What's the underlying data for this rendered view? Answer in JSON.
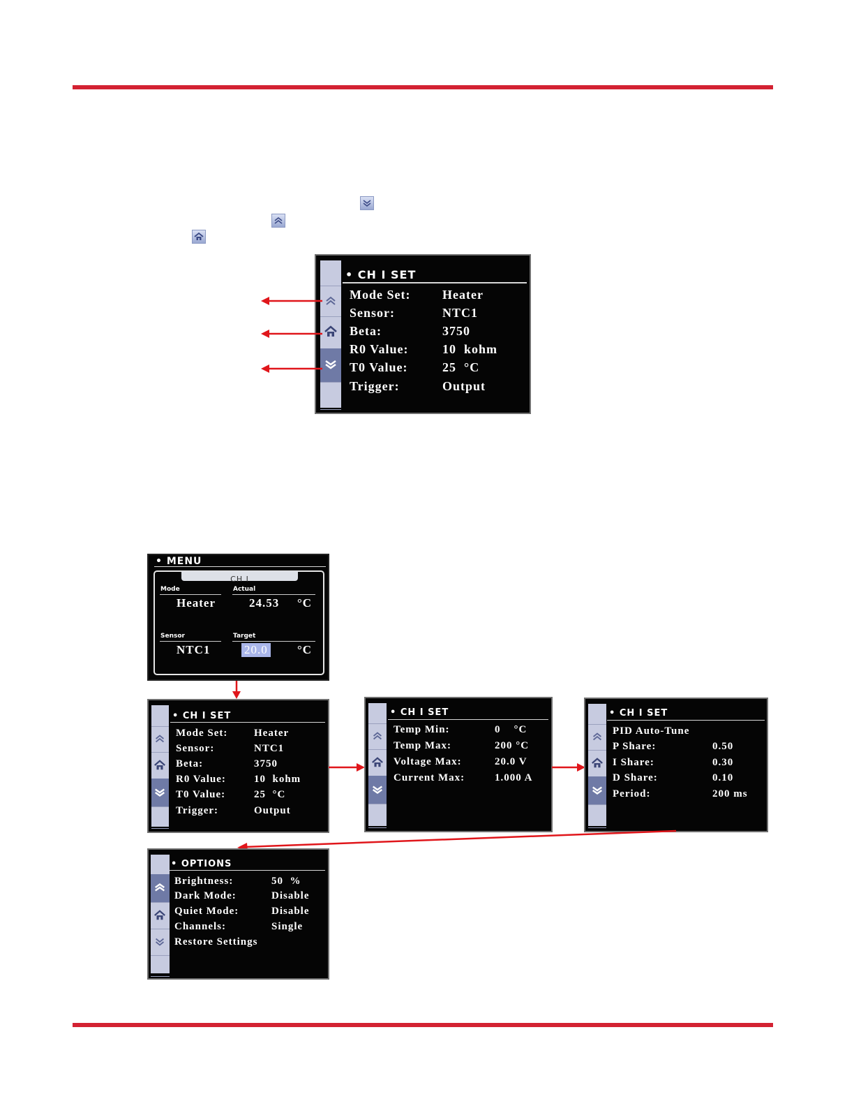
{
  "icons": {
    "down": "chevron-double-down-icon",
    "up": "chevron-double-up-icon",
    "home": "home-icon"
  },
  "colors": {
    "rule": "#d32232",
    "arrow": "#e0161b",
    "screen_bg": "#050505",
    "sidebar": "#c7cbe0",
    "sidebar_highlight": "#6f7aa6",
    "highlight_field": "#aab6ea"
  },
  "ch1_set_large": {
    "title": "CH I SET",
    "rows": [
      {
        "label": "Mode Set:",
        "value": "Heater"
      },
      {
        "label": "Sensor:",
        "value": "NTC1"
      },
      {
        "label": "Beta:",
        "value": "3750"
      },
      {
        "label": "R0 Value:",
        "value": "10  kohm"
      },
      {
        "label": "T0 Value:",
        "value": "25  °C"
      },
      {
        "label": "Trigger:",
        "value": "Output"
      }
    ]
  },
  "menu_screen": {
    "title": "MENU",
    "channel_tab": "CH I",
    "mode_label": "Mode",
    "mode_value": "Heater",
    "actual_label": "Actual",
    "actual_value": "24.53",
    "actual_unit": "°C",
    "sensor_label": "Sensor",
    "sensor_value": "NTC1",
    "target_label": "Target",
    "target_value": "20.0",
    "target_unit": "°C"
  },
  "ch1_set_small": {
    "title": "CH I SET",
    "rows": [
      {
        "label": "Mode Set:",
        "value": "Heater"
      },
      {
        "label": "Sensor:",
        "value": "NTC1"
      },
      {
        "label": "Beta:",
        "value": "3750"
      },
      {
        "label": "R0 Value:",
        "value": "10  kohm"
      },
      {
        "label": "T0 Value:",
        "value": "25  °C"
      },
      {
        "label": "Trigger:",
        "value": "Output"
      }
    ]
  },
  "ch1_set_limits": {
    "title": "CH I SET",
    "rows": [
      {
        "label": "Temp Min:",
        "value": "0    °C"
      },
      {
        "label": "Temp Max:",
        "value": "200 °C"
      },
      {
        "label": "Voltage Max:",
        "value": "20.0 V"
      },
      {
        "label": "Current Max:",
        "value": "1.000 A"
      }
    ]
  },
  "ch1_set_pid": {
    "title": "CH I SET",
    "heading": "PID Auto-Tune",
    "rows": [
      {
        "label": "P Share:",
        "value": "0.50"
      },
      {
        "label": "I Share:",
        "value": "0.30"
      },
      {
        "label": "D Share:",
        "value": "0.10"
      },
      {
        "label": "Period:",
        "value": "200 ms"
      }
    ]
  },
  "options_screen": {
    "title": "OPTIONS",
    "rows": [
      {
        "label": "Brightness:",
        "value": "50  %"
      },
      {
        "label": "Dark Mode:",
        "value": "Disable"
      },
      {
        "label": "Quiet Mode:",
        "value": "Disable"
      },
      {
        "label": "Channels:",
        "value": "Single"
      },
      {
        "label": "Restore Settings",
        "value": ""
      }
    ]
  }
}
